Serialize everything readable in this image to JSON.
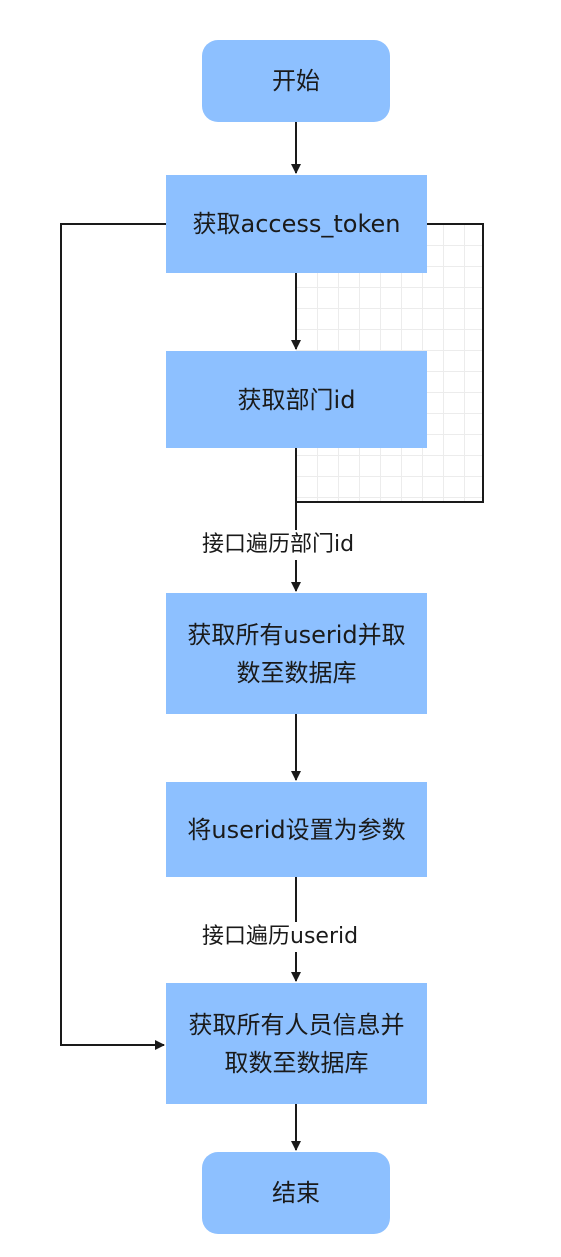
{
  "flowchart": {
    "nodes": {
      "start": "开始",
      "get_token": "获取access_token",
      "get_dept": "获取部门id",
      "get_userids": "获取所有userid并取\n数至数据库",
      "set_param": "将userid设置为参数",
      "get_people": "获取所有人员信息并\n取数至数据库",
      "end": "结束"
    },
    "edge_labels": {
      "iterate_dept": "接口遍历部门id",
      "iterate_userid": "接口遍历userid"
    }
  },
  "colors": {
    "node_fill": "#8dc0ff",
    "line": "#1a1a1a",
    "grid": "#ececec"
  }
}
